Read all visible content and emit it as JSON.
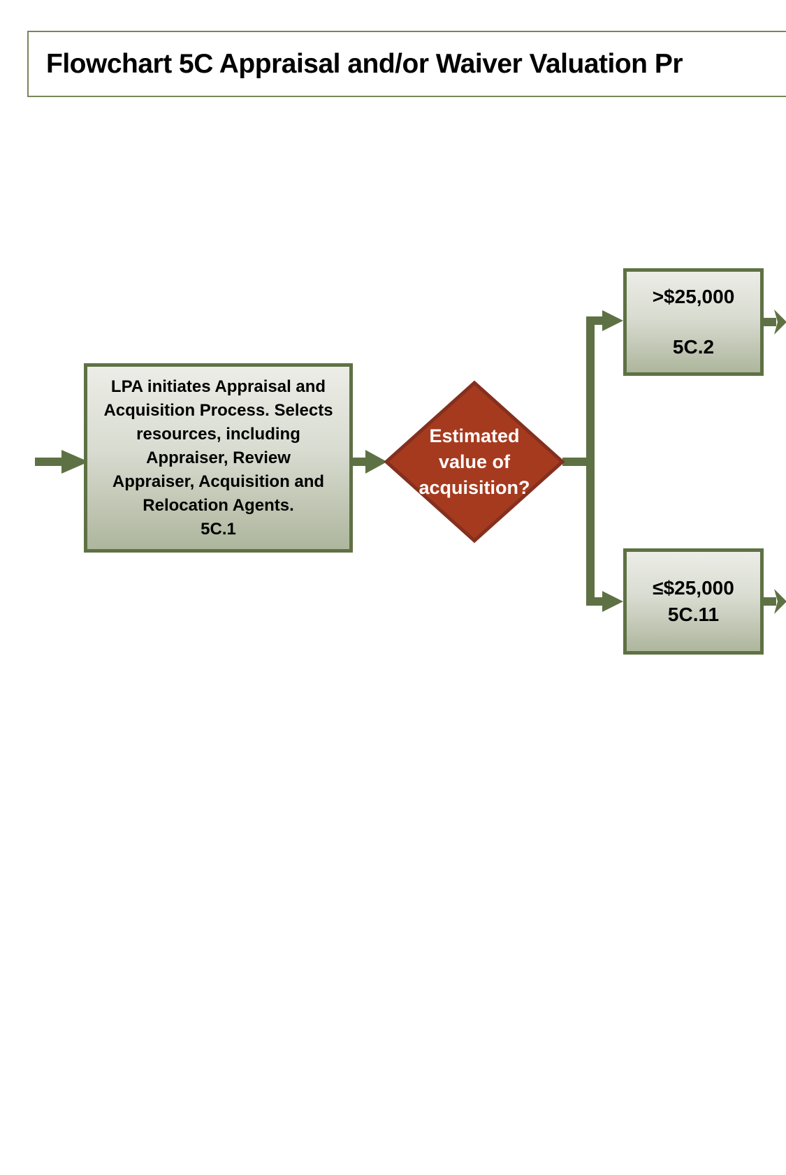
{
  "header": {
    "title": "Flowchart 5C Appraisal and/or Waiver Valuation Pr"
  },
  "flowchart": {
    "nodes": {
      "start": {
        "type": "process",
        "step_id": "5C.1",
        "text": "LPA initiates Appraisal and\nAcquisition Process. Selects\nresources, including\nAppraiser, Review\nAppraiser, Acquisition and\nRelocation Agents.\n5C.1"
      },
      "decision": {
        "type": "decision",
        "text": "Estimated\nvalue of\nacquisition?"
      },
      "over25k": {
        "type": "process",
        "step_id": "5C.2",
        "text": ">$25,000\n\n5C.2"
      },
      "under25k": {
        "type": "process",
        "step_id": "5C.11",
        "text": "≤$25,000\n5C.11"
      }
    },
    "edges": [
      "entry → start(5C.1)",
      "start(5C.1) → decision",
      "decision → over25k(5C.2)",
      "decision → under25k(5C.11)",
      "over25k(5C.2) → exit-right",
      "under25k(5C.11) → exit-right"
    ],
    "colors": {
      "connector": "#5E7144",
      "process_border": "#5E7144",
      "process_fill_top": "#ECEDE7",
      "process_fill_bottom": "#AEB69D",
      "decision_fill": "#A63A1F",
      "decision_border": "#84301E",
      "decision_text": "#FFFFFF",
      "title_border": "#79855B",
      "text": "#000000",
      "background": "#FFFFFF"
    }
  }
}
